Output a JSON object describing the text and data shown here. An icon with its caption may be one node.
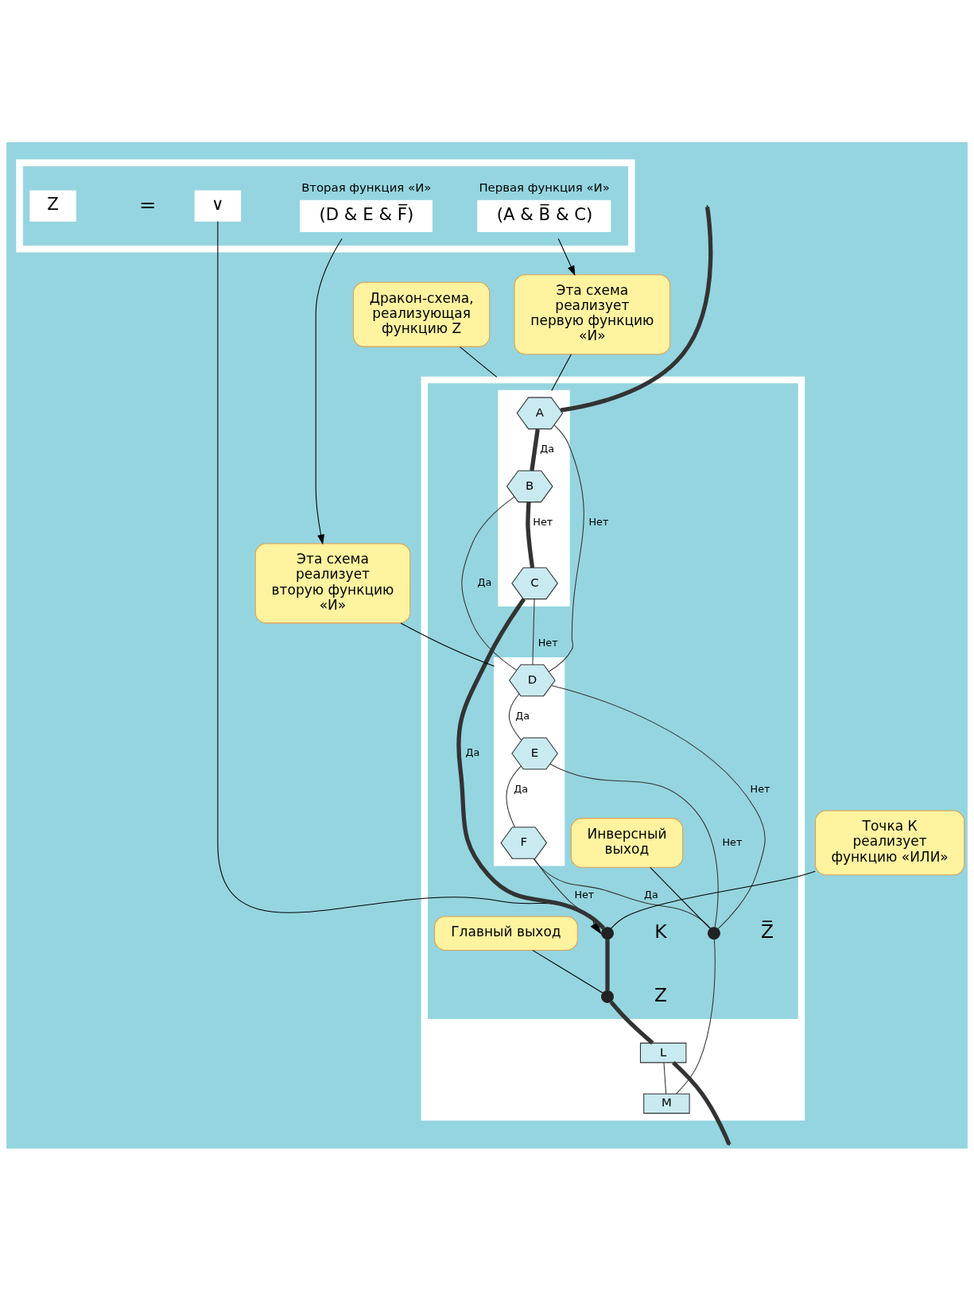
{
  "diagram": {
    "nodes": [
      {
        "text": [],
        "shape": "box"
      },
      {
        "text": [],
        "shape": "box",
        "in": 0
      },
      {
        "text": [
          "Z"
        ],
        "in": 1
      },
      {
        "text": [
          "(A & B̅ & C)"
        ],
        "in": 1,
        "beside": [
          "Первая функция «И»"
        ]
      },
      {
        "text": [
          "∨"
        ],
        "in": 1
      },
      {
        "text": [
          "(D & E & F̅)"
        ],
        "in": 1,
        "beside": [
          "Вторая функция «И»"
        ]
      },
      {
        "text": [
          "Дракон-схема, реализующая функцию Z"
        ]
      },
      {
        "text": [
          "Эта схема реализует первую функцию «И»"
        ]
      },
      {
        "text": [],
        "shape": "box"
      },
      {
        "text": [],
        "shape": "box",
        "in": 8
      },
      {
        "text": [],
        "shape": "box",
        "in": 9
      },
      {
        "text": [
          "A"
        ],
        "in": 10
      },
      {
        "text": [
          "B"
        ],
        "in": 10
      },
      {
        "text": [
          "C"
        ],
        "in": 10
      },
      {
        "text": [
          "Эта схема реализует вторую функцию «И»"
        ]
      },
      {
        "text": [],
        "shape": "box",
        "in": 9
      },
      {
        "text": [
          "D"
        ],
        "in": 15
      },
      {
        "text": [
          "E"
        ],
        "in": 15
      },
      {
        "text": [
          "F"
        ],
        "in": 15
      },
      {
        "text": [],
        "shape": "circle",
        "in": 9,
        "beside": [
          "K"
        ]
      },
      {
        "text": [
          "Точка К реализует функцию «ИЛИ»"
        ]
      },
      {
        "text": [
          "Главный выход"
        ],
        "in": 9
      },
      {
        "text": [],
        "shape": "circle",
        "in": 9,
        "beside": [
          "Z"
        ]
      },
      {
        "text": [
          "Инверсный выход"
        ],
        "in": 9
      },
      {
        "text": [],
        "shape": "circle",
        "in": 9,
        "beside": [
          "Z̅"
        ]
      },
      {
        "text": [
          "L"
        ],
        "in": 8
      },
      {
        "text": [
          "M"
        ],
        "in": 8
      }
    ],
    "edges": [
      {
        "from": 3,
        "to": 7,
        "arrow": "to"
      },
      {
        "from": 5,
        "to": 14,
        "arrow": "to"
      },
      {
        "from": 4,
        "to": 19,
        "arrow": "to"
      },
      {
        "from": 6,
        "to": 8,
        "arrow": "none"
      },
      {
        "from": 7,
        "to": 10,
        "arrow": "none"
      },
      {
        "from": 14,
        "to": 15,
        "arrow": "none"
      },
      {
        "from": 20,
        "to": 19,
        "arrow": "none"
      },
      {
        "from": 21,
        "to": 22,
        "arrow": "none"
      },
      {
        "from": 23,
        "to": 24,
        "arrow": "none"
      },
      {
        "from": null,
        "to": 11,
        "arrow": "none",
        "style": "thick",
        "color": "#333333"
      },
      {
        "from": 11,
        "to": 12,
        "arrow": "none",
        "label": "Да",
        "style": "thick",
        "color": "#333333"
      },
      {
        "from": 11,
        "to": 16,
        "arrow": "none",
        "label": "Нет",
        "color": "#333333"
      },
      {
        "from": 12,
        "to": 16,
        "arrow": "none",
        "label": "Да",
        "color": "#333333"
      },
      {
        "from": 12,
        "to": 13,
        "arrow": "none",
        "label": "Нет",
        "style": "thick",
        "color": "#333333"
      },
      {
        "from": 13,
        "to": 16,
        "arrow": "none",
        "label": "Нет",
        "color": "#333333"
      },
      {
        "from": 13,
        "to": 19,
        "arrow": "none",
        "label": "Да",
        "style": "thick",
        "color": "#333333"
      },
      {
        "from": 16,
        "to": 17,
        "arrow": "none",
        "label": "Да",
        "color": "#333333"
      },
      {
        "from": 16,
        "to": 24,
        "arrow": "none",
        "label": "Нет",
        "color": "#333333"
      },
      {
        "from": 17,
        "to": 18,
        "arrow": "none",
        "label": "Да",
        "color": "#333333"
      },
      {
        "from": 17,
        "to": 24,
        "arrow": "none",
        "label": "Нет",
        "color": "#333333"
      },
      {
        "from": 18,
        "to": 24,
        "arrow": "none",
        "label": "Да",
        "color": "#333333"
      },
      {
        "from": 18,
        "to": 19,
        "arrow": "none",
        "label": "Нет",
        "color": "#333333"
      },
      {
        "from": 19,
        "to": 22,
        "arrow": "none",
        "style": "thick",
        "color": "#333333"
      },
      {
        "from": 22,
        "to": 25,
        "arrow": "none",
        "style": "thick",
        "color": "#333333"
      },
      {
        "from": 24,
        "to": 26,
        "arrow": "none",
        "color": "#333333"
      },
      {
        "from": 25,
        "to": 26,
        "arrow": "none",
        "color": "#333333"
      },
      {
        "from": 25,
        "to": null,
        "arrow": "none",
        "style": "thick",
        "color": "#333333"
      }
    ],
    "labels": [
      "="
    ]
  }
}
